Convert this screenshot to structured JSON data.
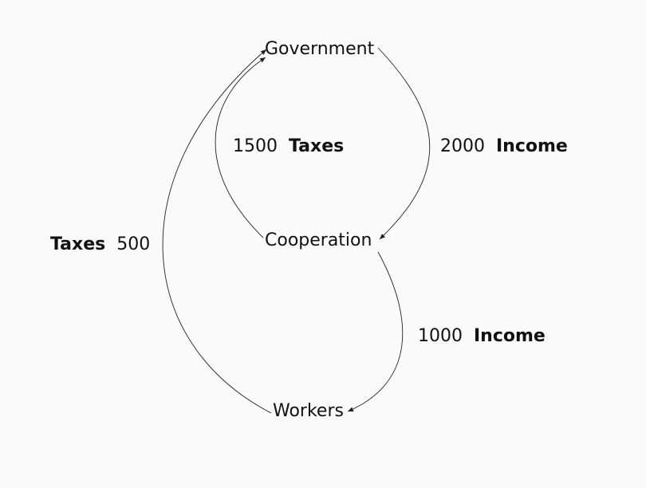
{
  "nodes": {
    "government": "Government",
    "cooperation": "Cooperation",
    "workers": "Workers"
  },
  "edges": [
    {
      "from": "Cooperation",
      "to": "Government",
      "value": "1500",
      "label": "Taxes"
    },
    {
      "from": "Government",
      "to": "Cooperation",
      "value": "2000",
      "label": "Income"
    },
    {
      "from": "Cooperation",
      "to": "Workers",
      "value": "1000",
      "label": "Income"
    },
    {
      "from": "Workers",
      "to": "Government",
      "value": "500",
      "label": "Taxes"
    }
  ]
}
